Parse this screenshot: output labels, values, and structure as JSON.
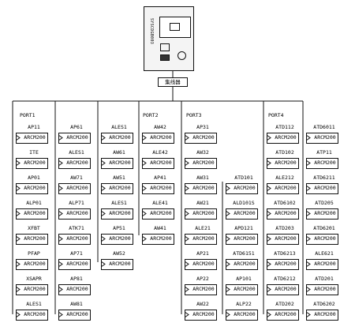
{
  "host": {
    "title": "SYSCDGB003"
  },
  "concentrator": {
    "label": "集线器"
  },
  "ports": [
    {
      "id": "port1",
      "label": "PORT1"
    },
    {
      "id": "port2",
      "label": "PORT2"
    },
    {
      "id": "port3",
      "label": "PORT3"
    },
    {
      "id": "port4",
      "label": "PORT4"
    }
  ],
  "devices": {
    "port1_a": [
      {
        "name": "AP11",
        "model": "ARCM200"
      },
      {
        "name": "ITE",
        "model": "ARCM200"
      },
      {
        "name": "AP01",
        "model": "ARCM200"
      },
      {
        "name": "ALP01",
        "model": "ARCM200"
      },
      {
        "name": "XFBT",
        "model": "ARCM200"
      },
      {
        "name": "PFAP",
        "model": "ARCM200"
      },
      {
        "name": "XSAPR",
        "model": "ARCM200"
      },
      {
        "name": "ALES1",
        "model": "ARCM200"
      }
    ],
    "port1_b": [
      {
        "name": "AP61",
        "model": "ARCM200"
      },
      {
        "name": "ALES1",
        "model": "ARCM200"
      },
      {
        "name": "AW71",
        "model": "ARCM200"
      },
      {
        "name": "ALP71",
        "model": "ARCM200"
      },
      {
        "name": "ATK71",
        "model": "ARCM200"
      },
      {
        "name": "AP71",
        "model": "ARCM200"
      },
      {
        "name": "AP81",
        "model": "ARCM200"
      },
      {
        "name": "AW81",
        "model": "ARCM200"
      }
    ],
    "port1_c": [
      {
        "name": "ALES1",
        "model": "ARCM200"
      },
      {
        "name": "AW61",
        "model": "ARCM200"
      },
      {
        "name": "AW51",
        "model": "ARCM200"
      },
      {
        "name": "ALES1",
        "model": "ARCM200"
      },
      {
        "name": "AP51",
        "model": "ARCM200"
      },
      {
        "name": "AW52",
        "model": "ARCM200"
      }
    ],
    "port2": [
      {
        "name": "AW42",
        "model": "ARCM200"
      },
      {
        "name": "ALE42",
        "model": "ARCM200"
      },
      {
        "name": "AP41",
        "model": "ARCM200"
      },
      {
        "name": "ALE41",
        "model": "ARCM200"
      },
      {
        "name": "AW41",
        "model": "ARCM200"
      }
    ],
    "port3_a": [
      {
        "name": "AP31",
        "model": "ARCM200"
      },
      {
        "name": "AW32",
        "model": "ARCM200"
      },
      {
        "name": "AW31",
        "model": "ARCM200"
      },
      {
        "name": "AW21",
        "model": "ARCM200"
      },
      {
        "name": "ALE21",
        "model": "ARCM200"
      },
      {
        "name": "AP21",
        "model": "ARCM200"
      },
      {
        "name": "AP22",
        "model": "ARCM200"
      },
      {
        "name": "AW22",
        "model": "ARCM200"
      }
    ],
    "port3_b": [
      {
        "name": "ATD101",
        "model": "ARCM200"
      },
      {
        "name": "ALD101S",
        "model": "ARCM200"
      },
      {
        "name": "APD121",
        "model": "ARCM200"
      },
      {
        "name": "ATD6151",
        "model": "ARCM200"
      },
      {
        "name": "AP101",
        "model": "ARCM200"
      },
      {
        "name": "ALP22",
        "model": "ARCM200"
      }
    ],
    "port4_a": [
      {
        "name": "ATD112",
        "model": "ARCM200"
      },
      {
        "name": "ATD102",
        "model": "ARCM200"
      },
      {
        "name": "ALE212",
        "model": "ARCM200"
      },
      {
        "name": "ATD6102",
        "model": "ARCM200"
      },
      {
        "name": "ATD203",
        "model": "ARCM200"
      },
      {
        "name": "ATD6213",
        "model": "ARCM200"
      },
      {
        "name": "ATD6212",
        "model": "ARCM200"
      },
      {
        "name": "ATD202",
        "model": "ARCM200"
      }
    ],
    "port4_b": [
      {
        "name": "ATD6011",
        "model": "ARCM200"
      },
      {
        "name": "ATP11",
        "model": "ARCM200"
      },
      {
        "name": "ATD6211",
        "model": "ARCM200"
      },
      {
        "name": "ATD205",
        "model": "ARCM200"
      },
      {
        "name": "ATD6201",
        "model": "ARCM200"
      },
      {
        "name": "ALE621",
        "model": "ARCM200"
      },
      {
        "name": "ATD201",
        "model": "ARCM200"
      },
      {
        "name": "ATD6202",
        "model": "ARCM200"
      }
    ]
  }
}
